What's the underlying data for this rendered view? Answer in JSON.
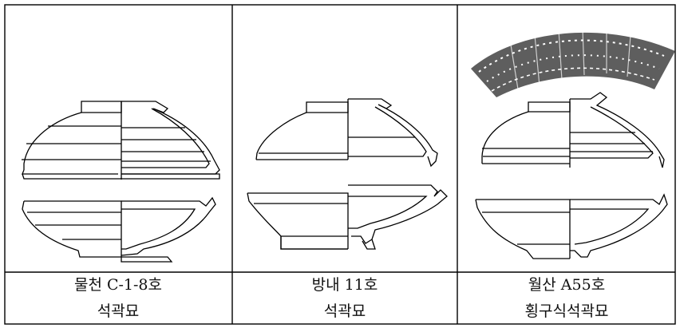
{
  "figure": {
    "columns": [
      {
        "caption_line1": "물천 C-1-8호",
        "caption_line2": "석곽묘"
      },
      {
        "caption_line1": "방내 11호",
        "caption_line2": "석곽묘"
      },
      {
        "caption_line1": "월산 A55호",
        "caption_line2": "횡구식석곽묘"
      }
    ]
  }
}
